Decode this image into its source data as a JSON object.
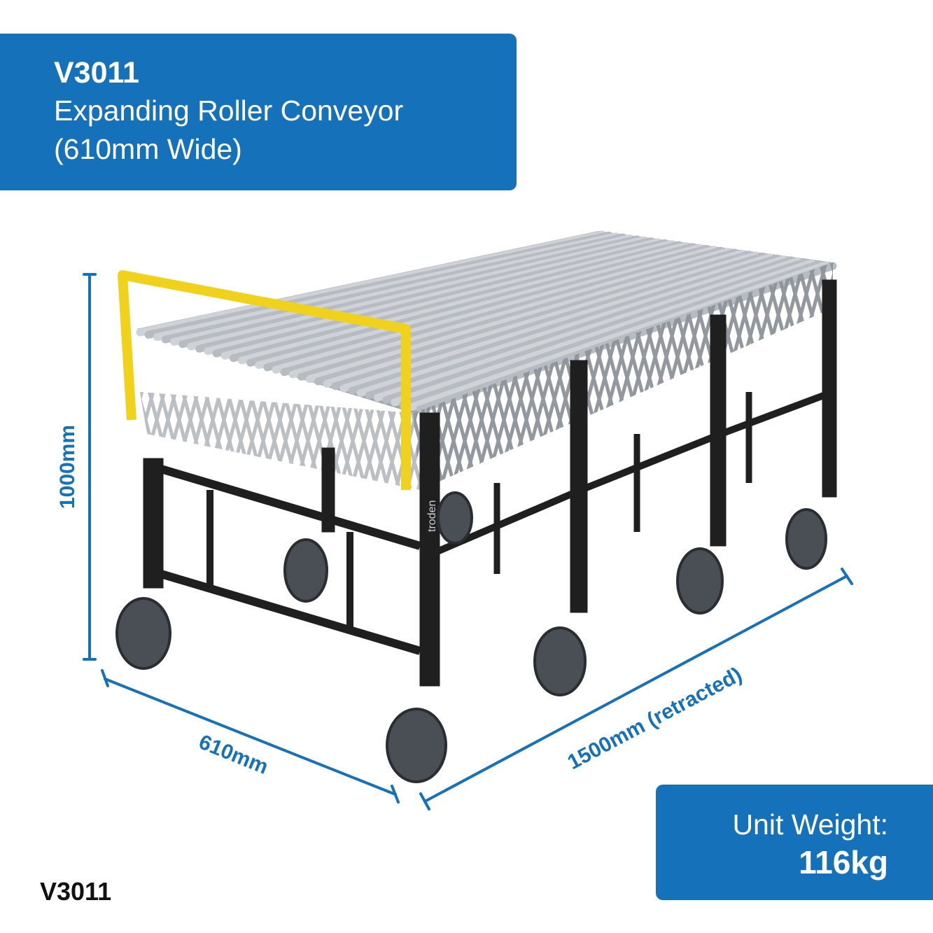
{
  "title": {
    "code": "V3011",
    "name": "Expanding Roller Conveyor",
    "width_note": "(610mm Wide)"
  },
  "dimensions": {
    "height": "1000mm",
    "width": "610mm",
    "length": "1500mm (retracted)"
  },
  "weight": {
    "label": "Unit Weight:",
    "value": "116kg"
  },
  "footer_code": "V3011",
  "brand_mark": "troden",
  "colors": {
    "brand_blue": "#1571b9",
    "frame_black": "#1f1f1f",
    "roller_silver": "#b9bec4",
    "handle_yellow": "#f0d21c"
  }
}
